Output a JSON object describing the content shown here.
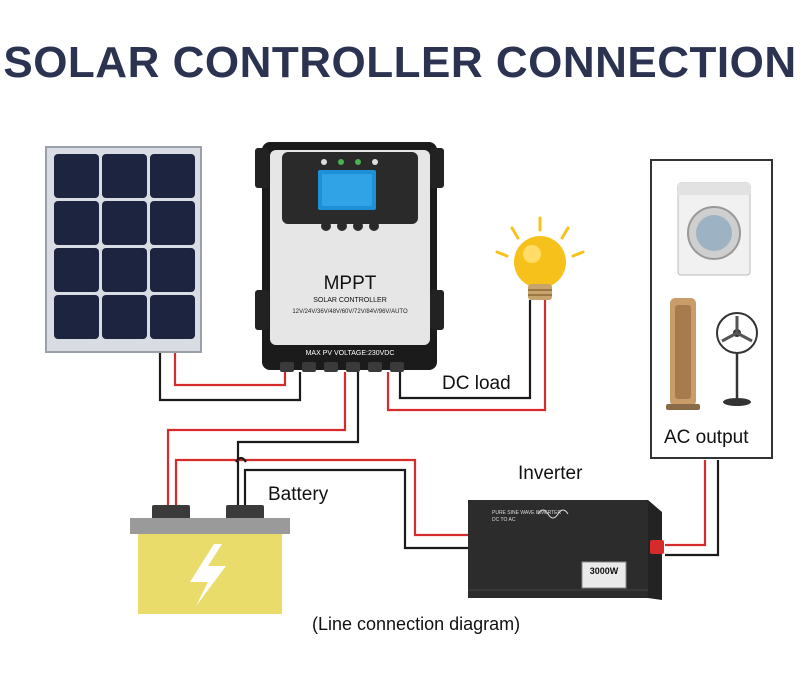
{
  "title": "SOLAR CONTROLLER CONNECTION",
  "controller": {
    "brand": "MPPT",
    "subtitle": "SOLAR CONTROLLER",
    "voltages": "12V/24V/36V/48V/60V/72V/84V/96V/AUTO",
    "max_pv": "MAX PV VOLTAGE:230VDC"
  },
  "labels": {
    "dc_load": "DC load",
    "battery": "Battery",
    "inverter": "Inverter",
    "ac_output": "AC output",
    "caption": "(Line connection diagram)"
  },
  "inverter": {
    "brand_line1": "PURE SINE WAVE INVERTER",
    "brand_line2": "DC TO AC",
    "power": "3000W"
  },
  "colors": {
    "title": "#2b3350",
    "wire_positive": "#d62b2b",
    "wire_negative": "#1a1a1a",
    "battery_body": "#e9dc6a",
    "battery_top": "#9a9a9a",
    "panel_cell": "#1c2440",
    "controller_body": "#1b1b1b",
    "controller_face": "#e6e6e6",
    "bulb": "#f7c11b"
  },
  "icons": [
    "solar-panel-icon",
    "mppt-controller-icon",
    "light-bulb-icon",
    "battery-icon",
    "inverter-icon",
    "washing-machine-icon",
    "tower-fan-icon",
    "standing-fan-icon"
  ]
}
